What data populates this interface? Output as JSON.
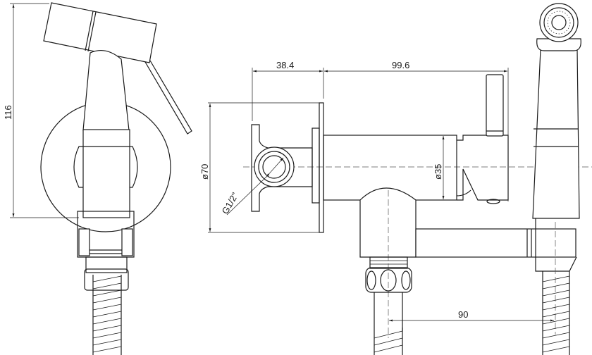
{
  "drawing": {
    "title": "Hygienic shower set technical drawing",
    "line_color": "#1a1a1a",
    "dimensions": {
      "height_total": "116",
      "flange_diameter": "ø70",
      "body_diameter": "ø35",
      "thread": "G1/2\"",
      "wall_depth": "38.4",
      "body_length": "99.6",
      "holder_offset": "90"
    }
  }
}
